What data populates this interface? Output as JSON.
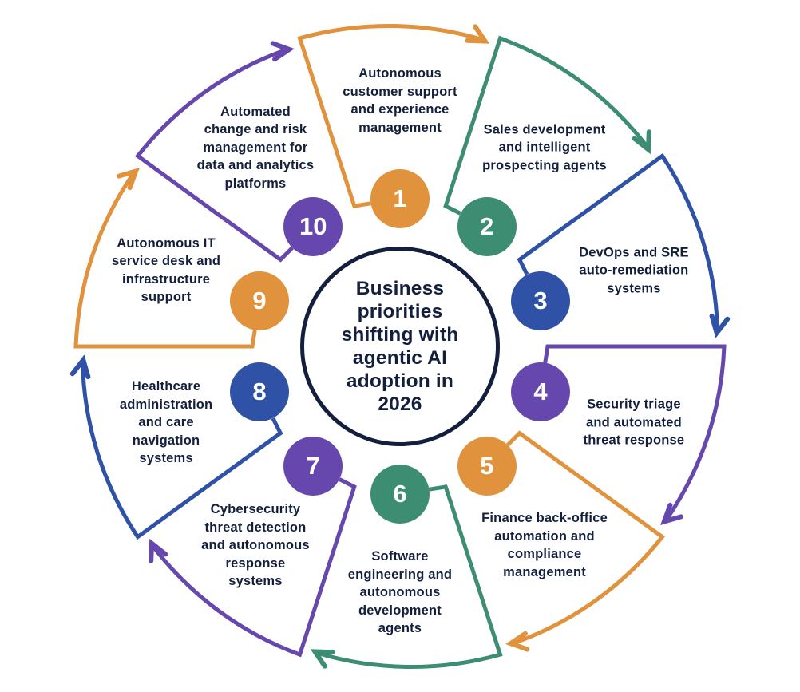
{
  "center": {
    "text": "Business\npriorities\nshifting with\nagentic AI\nadoption in\n2026",
    "text_color": "#131f3d",
    "border_color": "#131f3d"
  },
  "palette": {
    "orange": "#e0923d",
    "green": "#3d8d72",
    "blue": "#2f52a6",
    "purple": "#6647ad",
    "navy": "#131f3d"
  },
  "items": [
    {
      "number": "1",
      "color": "orange",
      "label": "Autonomous\ncustomer support\nand experience\nmanagement"
    },
    {
      "number": "2",
      "color": "green",
      "label": "Sales development\nand intelligent\nprospecting agents"
    },
    {
      "number": "3",
      "color": "blue",
      "label": "DevOps and SRE\nauto-remediation\nsystems"
    },
    {
      "number": "4",
      "color": "purple",
      "label": "Security triage\nand automated\nthreat response"
    },
    {
      "number": "5",
      "color": "orange",
      "label": "Finance back-office\nautomation and\ncompliance\nmanagement"
    },
    {
      "number": "6",
      "color": "green",
      "label": "Software\nengineering and\nautonomous\ndevelopment\nagents"
    },
    {
      "number": "7",
      "color": "purple",
      "label": "Cybersecurity\nthreat detection\nand autonomous\nresponse\nsystems"
    },
    {
      "number": "8",
      "color": "blue",
      "label": "Healthcare\nadministration\nand care\nnavigation\nsystems"
    },
    {
      "number": "9",
      "color": "orange",
      "label": "Autonomous IT\nservice desk and\ninfrastructure\nsupport"
    },
    {
      "number": "10",
      "color": "purple",
      "label": "Automated\nchange and risk\nmanagement for\ndata and analytics\nplatforms"
    }
  ]
}
